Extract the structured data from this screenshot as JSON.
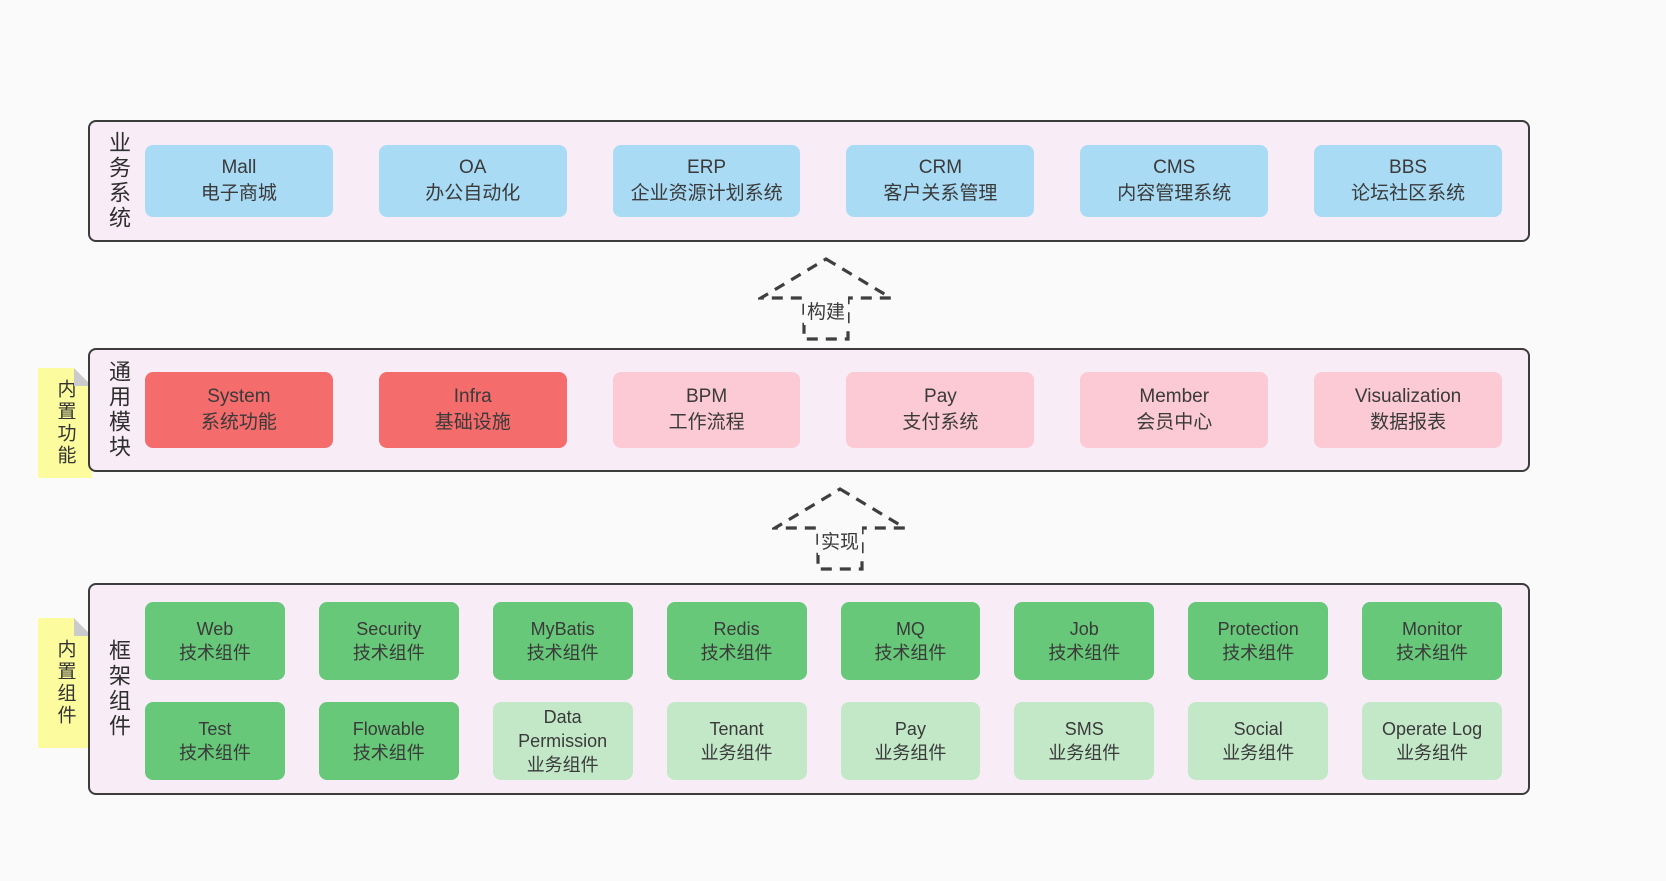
{
  "colors": {
    "page": "#fafafa",
    "panel_bg": "#f8edf6",
    "border": "#3c3c3c",
    "blue": "#a9dbf5",
    "red": "#f56c6c",
    "pink": "#fbcad4",
    "green_dark": "#66c878",
    "green_light": "#c3e8c8",
    "sticky": "#fcfc9e",
    "fold": "#c9cbcd"
  },
  "arrows": [
    {
      "label": "构建"
    },
    {
      "label": "实现"
    }
  ],
  "bands": [
    {
      "label": "业务系统",
      "boxes": [
        {
          "title": "Mall",
          "subtitle": "电子商城",
          "variant": "blue"
        },
        {
          "title": "OA",
          "subtitle": "办公自动化",
          "variant": "blue"
        },
        {
          "title": "ERP",
          "subtitle": "企业资源计划系统",
          "variant": "blue"
        },
        {
          "title": "CRM",
          "subtitle": "客户关系管理",
          "variant": "blue"
        },
        {
          "title": "CMS",
          "subtitle": "内容管理系统",
          "variant": "blue"
        },
        {
          "title": "BBS",
          "subtitle": "论坛社区系统",
          "variant": "blue"
        }
      ]
    },
    {
      "label": "通用模块",
      "sticky": "内置功能",
      "boxes": [
        {
          "title": "System",
          "subtitle": "系统功能",
          "variant": "red"
        },
        {
          "title": "Infra",
          "subtitle": "基础设施",
          "variant": "red"
        },
        {
          "title": "BPM",
          "subtitle": "工作流程",
          "variant": "pink"
        },
        {
          "title": "Pay",
          "subtitle": "支付系统",
          "variant": "pink"
        },
        {
          "title": "Member",
          "subtitle": "会员中心",
          "variant": "pink"
        },
        {
          "title": "Visualization",
          "subtitle": "数据报表",
          "variant": "pink"
        }
      ]
    },
    {
      "label": "框架组件",
      "sticky": "内置组件",
      "rows": [
        [
          {
            "title": "Web",
            "subtitle": "技术组件",
            "variant": "green"
          },
          {
            "title": "Security",
            "subtitle": "技术组件",
            "variant": "green"
          },
          {
            "title": "MyBatis",
            "subtitle": "技术组件",
            "variant": "green"
          },
          {
            "title": "Redis",
            "subtitle": "技术组件",
            "variant": "green"
          },
          {
            "title": "MQ",
            "subtitle": "技术组件",
            "variant": "green"
          },
          {
            "title": "Job",
            "subtitle": "技术组件",
            "variant": "green"
          },
          {
            "title": "Protection",
            "subtitle": "技术组件",
            "variant": "green"
          },
          {
            "title": "Monitor",
            "subtitle": "技术组件",
            "variant": "green"
          }
        ],
        [
          {
            "title": "Test",
            "subtitle": "技术组件",
            "variant": "green"
          },
          {
            "title": "Flowable",
            "subtitle": "技术组件",
            "variant": "green"
          },
          {
            "title": "Data Permission",
            "subtitle": "业务组件",
            "variant": "green-light"
          },
          {
            "title": "Tenant",
            "subtitle": "业务组件",
            "variant": "green-light"
          },
          {
            "title": "Pay",
            "subtitle": "业务组件",
            "variant": "green-light"
          },
          {
            "title": "SMS",
            "subtitle": "业务组件",
            "variant": "green-light"
          },
          {
            "title": "Social",
            "subtitle": "业务组件",
            "variant": "green-light"
          },
          {
            "title": "Operate Log",
            "subtitle": "业务组件",
            "variant": "green-light"
          }
        ]
      ]
    }
  ]
}
